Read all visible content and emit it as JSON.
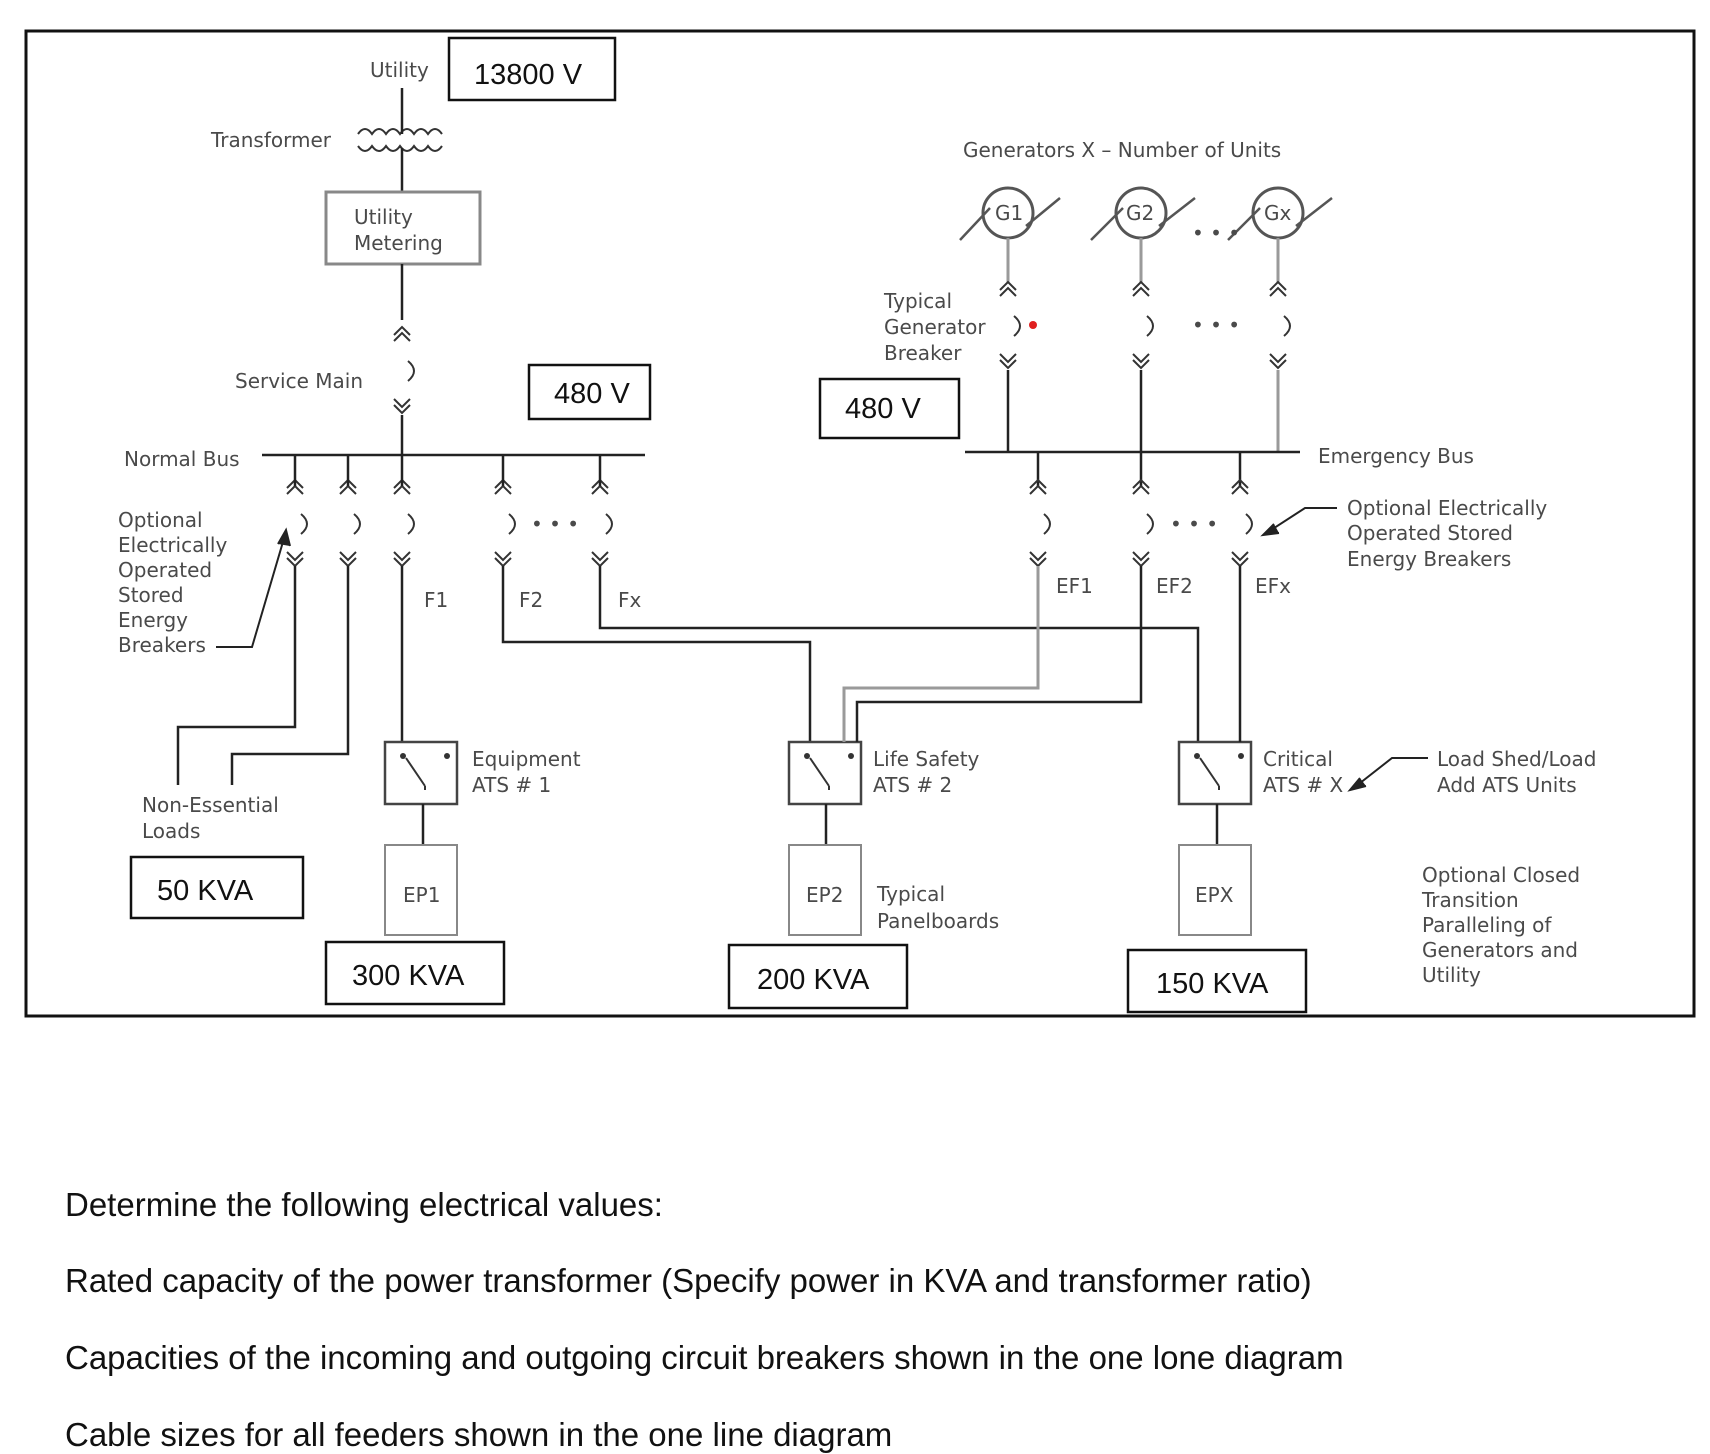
{
  "diagram": {
    "labels": {
      "utility": "Utility",
      "transformer": "Transformer",
      "utility_metering": [
        "Utility",
        "Metering"
      ],
      "service_main": "Service Main",
      "normal_bus": "Normal Bus",
      "optional_breakers_left": [
        "Optional",
        "Electrically",
        "Operated",
        "Stored",
        "Energy",
        "Breakers"
      ],
      "feeders": [
        "F1",
        "F2",
        "Fx"
      ],
      "non_essential": [
        "Non-Essential",
        "Loads"
      ],
      "ats_equipment": [
        "Equipment",
        "ATS # 1"
      ],
      "ats_life_safety": [
        "Life Safety",
        "ATS # 2"
      ],
      "ats_critical": [
        "Critical",
        "ATS # X"
      ],
      "panels": [
        "EP1",
        "EP2",
        "EPX"
      ],
      "typical_panelboards": [
        "Typical",
        "Panelboards"
      ],
      "generators_header": "Generators  X – Number of Units",
      "generators": [
        "G1",
        "G2",
        "Gx"
      ],
      "typical_gen_breaker": [
        "Typical",
        "Generator",
        "Breaker"
      ],
      "emergency_bus": "Emergency Bus",
      "optional_breakers_right": [
        "Optional Electrically",
        "Operated Stored",
        "Energy Breakers"
      ],
      "emergency_feeders": [
        "EF1",
        "EF2",
        "EFx"
      ],
      "load_shed": [
        "Load Shed/Load",
        "Add ATS Units"
      ],
      "optional_closed": [
        "Optional Closed",
        "Transition",
        "Paralleling of",
        "Generators and",
        "Utility"
      ],
      "ellipsis": "• • •"
    },
    "annotations": {
      "utility_voltage": "13800 V",
      "normal_bus_voltage": "480 V",
      "emergency_bus_voltage": "480 V",
      "non_essential_load": "50 KVA",
      "ep1_load": "300 KVA",
      "ep2_load": "200 KVA",
      "epx_load": "150 KVA"
    }
  },
  "questions": {
    "intro": "Determine the following electrical values:",
    "items": [
      "Rated capacity of the power transformer (Specify power in KVA and transformer ratio)",
      "Capacities of the incoming and outgoing circuit breakers shown in the one lone diagram",
      "Cable sizes for all feeders shown in the one line diagram"
    ]
  }
}
